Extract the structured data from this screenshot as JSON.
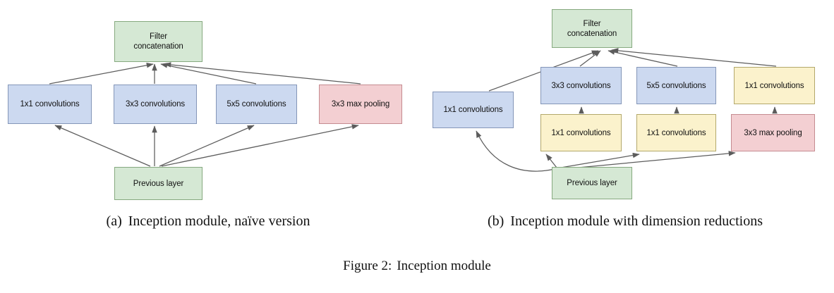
{
  "figure": {
    "label": "Figure 2:",
    "title": "Inception module"
  },
  "colors": {
    "green_fill": "#d5e8d4",
    "green_stroke": "#86a97f",
    "blue_fill": "#ccd9f0",
    "blue_stroke": "#8496b8",
    "yellow_fill": "#fbf2cc",
    "yellow_stroke": "#b3a86b",
    "red_fill": "#f3cfd2",
    "red_stroke": "#c58b90",
    "arrow_stroke": "#5c5c5c",
    "background": "#ffffff"
  },
  "diagram_a": {
    "caption_tag": "(a)",
    "caption_text": "Inception module, naïve version",
    "nodes": {
      "filter_concat": "Filter\nconcatenation",
      "filter_concat_line1": "Filter",
      "filter_concat_line2": "concatenation",
      "conv1x1": "1x1 convolutions",
      "conv3x3": "3x3 convolutions",
      "conv5x5": "5x5 convolutions",
      "maxpool3x3": "3x3 max pooling",
      "previous_layer": "Previous layer"
    },
    "edges": [
      {
        "from": "previous_layer",
        "to": "conv1x1"
      },
      {
        "from": "previous_layer",
        "to": "conv3x3"
      },
      {
        "from": "previous_layer",
        "to": "conv5x5"
      },
      {
        "from": "previous_layer",
        "to": "maxpool3x3"
      },
      {
        "from": "conv1x1",
        "to": "filter_concat"
      },
      {
        "from": "conv3x3",
        "to": "filter_concat"
      },
      {
        "from": "conv5x5",
        "to": "filter_concat"
      },
      {
        "from": "maxpool3x3",
        "to": "filter_concat"
      }
    ]
  },
  "diagram_b": {
    "caption_tag": "(b)",
    "caption_text": "Inception module with dimension reductions",
    "nodes": {
      "filter_concat_line1": "Filter",
      "filter_concat_line2": "concatenation",
      "conv1x1_left": "1x1 convolutions",
      "conv3x3": "3x3 convolutions",
      "conv5x5": "5x5 convolutions",
      "conv1x1_right": "1x1 convolutions",
      "reduce1x1_a": "1x1 convolutions",
      "reduce1x1_b": "1x1 convolutions",
      "maxpool3x3": "3x3 max pooling",
      "previous_layer": "Previous layer"
    },
    "edges": [
      {
        "from": "previous_layer",
        "to": "conv1x1_left"
      },
      {
        "from": "previous_layer",
        "to": "reduce1x1_a"
      },
      {
        "from": "previous_layer",
        "to": "reduce1x1_b"
      },
      {
        "from": "previous_layer",
        "to": "maxpool3x3"
      },
      {
        "from": "reduce1x1_a",
        "to": "conv3x3"
      },
      {
        "from": "reduce1x1_b",
        "to": "conv5x5"
      },
      {
        "from": "maxpool3x3",
        "to": "conv1x1_right"
      },
      {
        "from": "conv1x1_left",
        "to": "filter_concat"
      },
      {
        "from": "conv3x3",
        "to": "filter_concat"
      },
      {
        "from": "conv5x5",
        "to": "filter_concat"
      },
      {
        "from": "conv1x1_right",
        "to": "filter_concat"
      }
    ]
  }
}
